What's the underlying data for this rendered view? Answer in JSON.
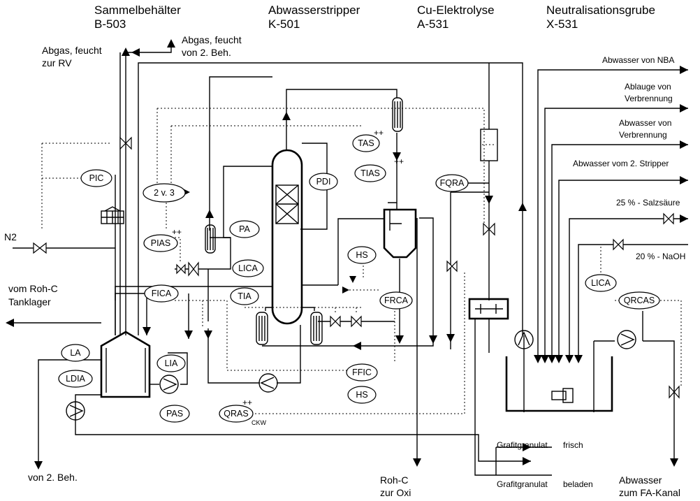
{
  "headers": [
    {
      "name": "Sammelbehälter",
      "id": "B-503"
    },
    {
      "name": "Abwasserstripper",
      "id": "K-501"
    },
    {
      "name": "Cu-Elektrolyse",
      "id": "A-531"
    },
    {
      "name": "Neutralisationsgrube",
      "id": "X-531"
    }
  ],
  "streams": {
    "abgas_rv": [
      "Abgas,  feucht",
      "zur RV"
    ],
    "abgas_beh": [
      "Abgas,  feucht",
      "von 2. Beh."
    ],
    "n2": "N2",
    "roh_c_tank": [
      "vom Roh-C",
      "Tanklager"
    ],
    "zweite_beh": "von 2.  Beh.",
    "roh_c_oxi": [
      "Roh-C",
      "zur  Oxi"
    ],
    "abwasser_fa": [
      "Abwasser",
      "zum  FA-Kanal"
    ],
    "abwasser_nba": "Abwasser  von  NBA",
    "ablauge": [
      "Ablauge  von",
      "Verbrennung"
    ],
    "abwasser_verbr": [
      "Abwasser      von",
      "Verbrennung"
    ],
    "abwasser_stripper": "Abwasser  vom  2.  Stripper",
    "salzsaeure": "25  %  -  Salzsäure",
    "naoh": "20  %  -  NaOH",
    "grafit_frisch": [
      "Grafitgranulat",
      "frisch"
    ],
    "grafit_beladen": [
      "Grafitgranulat",
      "beladen"
    ],
    "ckw": "CKW"
  },
  "instruments": {
    "pic": "PIC",
    "two_of_three": "2  v.  3",
    "pias": "PIAS",
    "fica": "FICA",
    "la": "LA",
    "ldia": "LDIA",
    "lia": "LIA",
    "pas": "PAS",
    "qras": "QRAS",
    "pa": "PA",
    "lica_column": "LICA",
    "tia": "TIA",
    "pdi": "PDI",
    "tas": "TAS",
    "tias": "TIAS",
    "hs_upper": "HS",
    "frca": "FRCA",
    "ffic": "FFIC",
    "hs_lower": "HS",
    "fqra": "FQRA",
    "lica_pit": "LICA",
    "qrcas": "QRCAS"
  },
  "alarm_marks": {
    "pias": "++",
    "qras": "++",
    "tas": "++",
    "tias": "++"
  }
}
